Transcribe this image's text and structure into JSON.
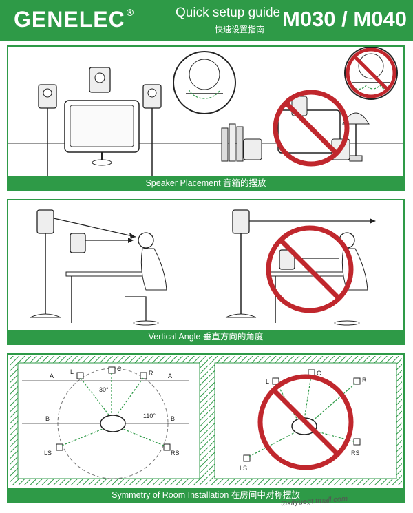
{
  "header": {
    "brand": "GENELEC",
    "brand_mark": "®",
    "title_en": "Quick setup guide",
    "title_cn": "快速设置指南",
    "models": "M030 / M040"
  },
  "panels": [
    {
      "caption": "Speaker Placement 音箱的摆放"
    },
    {
      "caption": "Vertical Angle 垂直方向的角度"
    },
    {
      "caption": "Symmetry of Room Installation 在房间中对称摆放"
    }
  ],
  "diagram_labels": {
    "left": {
      "A1": "A",
      "A2": "A",
      "B1": "B",
      "B2": "B",
      "L": "L",
      "C": "C",
      "R": "R",
      "LS": "LS",
      "RS": "RS",
      "angle1": "30°",
      "angle2": "110°"
    },
    "right": {
      "L": "L",
      "C": "C",
      "R": "R",
      "LS": "LS",
      "RS": "RS"
    }
  },
  "watermark": "taxifyuegt.tmall.com",
  "colors": {
    "green": "#2e9a47",
    "red": "#c0272d"
  }
}
